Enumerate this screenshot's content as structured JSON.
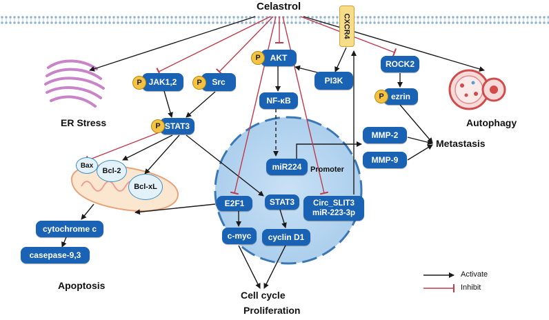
{
  "title": "Celastrol",
  "receptor": "CXCR4",
  "nodes": {
    "jak": "JAK1,2",
    "src": "Src",
    "akt": "AKT",
    "pi3k": "PI3K",
    "rock2": "ROCK2",
    "ezrin": "ezrin",
    "stat3_top": "STAT3",
    "nfkb": "NF-κB",
    "mmp2": "MMP-2",
    "mmp9": "MMP-9",
    "mir224": "miR224",
    "e2f1": "E2F1",
    "stat3_nuc": "STAT3",
    "circ_line1": "Circ_SLIT3",
    "circ_line2": "miR-223-3p",
    "cmyc": "c-myc",
    "cyclin": "cyclin D1",
    "cytochrome": "cytochrome c",
    "caspase": "casepase-9,3"
  },
  "phospho_mark": "P",
  "bubbles": {
    "bax": "Bax",
    "bcl2": "Bcl-2",
    "bclxl": "Bcl-xL"
  },
  "labels": {
    "er_stress": "ER Stress",
    "autophagy": "Autophagy",
    "metastasis": "Metastasis",
    "promoter": "Promoter",
    "apoptosis": "Apoptosis",
    "cell_cycle": "Cell cycle",
    "proliferation": "Proliferation"
  },
  "legend": {
    "activate": "Activate",
    "inhibit": "Inhibit"
  },
  "colors": {
    "activate": "#1a1a1a",
    "inhibit": "#c0394a",
    "node": "#1a63b4",
    "nucleus": "#b9d7f0",
    "phospho": "#f5c242"
  }
}
